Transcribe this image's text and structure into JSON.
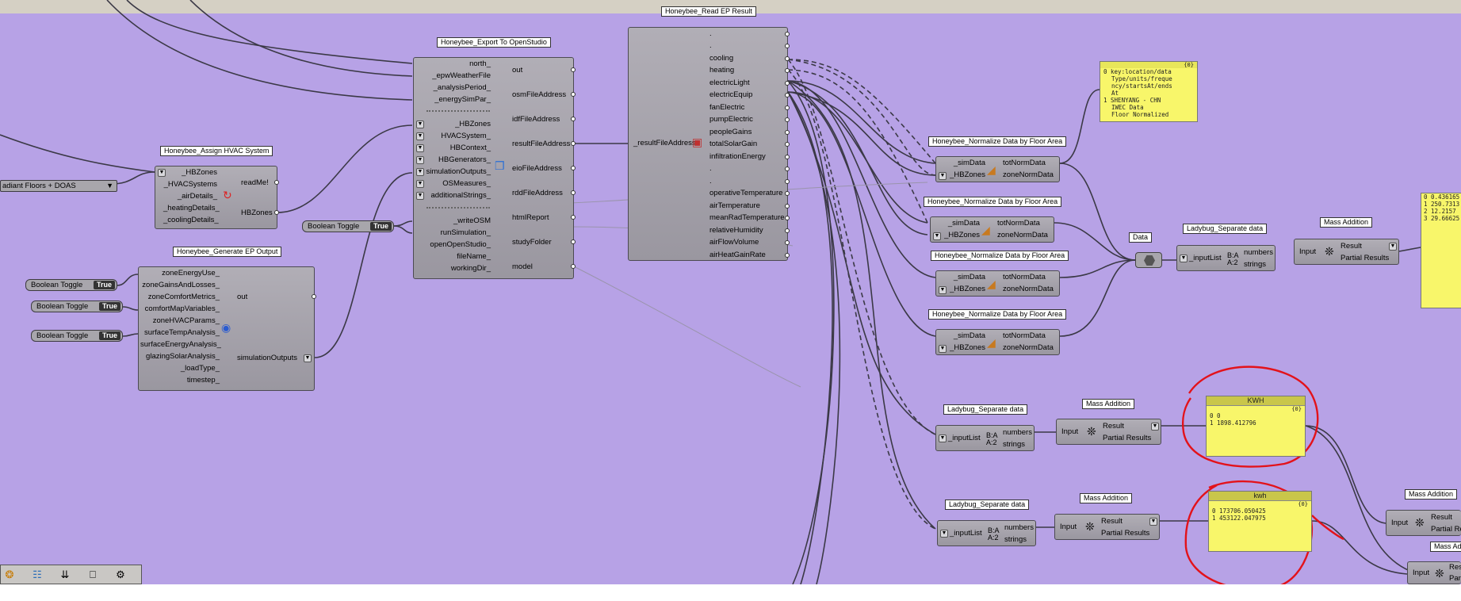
{
  "toggles": {
    "label": "Boolean Toggle",
    "value": "True"
  },
  "hvac_dropdown": "adiant Floors + DOAS",
  "assign_hvac": {
    "title": "Honeybee_Assign HVAC System",
    "inputs": [
      "_HBZones",
      "_HVACSystems",
      "_airDetails_",
      "_heatingDetails_",
      "_coolingDetails_"
    ],
    "outputs": [
      "readMe!",
      "HBZones"
    ]
  },
  "generate_ep": {
    "title": "Honeybee_Generate EP Output",
    "inputs": [
      "zoneEnergyUse_",
      "zoneGainsAndLosses_",
      "zoneComfortMetrics_",
      "comfortMapVariables_",
      "zoneHVACParams_",
      "surfaceTempAnalysis_",
      "surfaceEnergyAnalysis_",
      "glazingSolarAnalysis_",
      "_loadType_",
      "timestep_"
    ],
    "outputs": [
      "out",
      "simulationOutputs"
    ]
  },
  "export_os": {
    "title": "Honeybee_Export To OpenStudio",
    "inputs": [
      "north_",
      "_epwWeatherFile",
      "_analysisPeriod_",
      "_energySimPar_",
      "_HBZones",
      "HVACSystem_",
      "HBContext_",
      "HBGenerators_",
      "simulationOutputs_",
      "OSMeasures_",
      "additionalStrings_",
      "_writeOSM",
      "runSimulation_",
      "openOpenStudio_",
      "fileName_",
      "workingDir_"
    ],
    "outputs": [
      "out",
      "osmFileAddress",
      "idfFileAddress",
      "resultFileAddress",
      "eioFileAddress",
      "rddFileAddress",
      "htmlReport",
      "studyFolder",
      "model"
    ]
  },
  "read_ep": {
    "title": "Honeybee_Read EP Result",
    "input": "_resultFileAddress",
    "outputs": [
      ".",
      ".",
      "cooling",
      "heating",
      "electricLight",
      "electricEquip",
      "fanElectric",
      "pumpElectric",
      "peopleGains",
      "totalSolarGain",
      "infiltrationEnergy",
      ".",
      ".",
      "operativeTemperature",
      "airTemperature",
      "meanRadTemperature",
      "relativeHumidity",
      "airFlowVolume",
      "airHeatGainRate"
    ]
  },
  "normalize": {
    "title": "Honeybee_Normalize Data by Floor Area",
    "inputs": [
      "_simData",
      "_HBZones"
    ],
    "outputs": [
      "totNormData",
      "zoneNormData"
    ]
  },
  "separate": {
    "title": "Ladybug_Separate data",
    "input": "_inputList",
    "outputs": [
      "numbers",
      "strings"
    ]
  },
  "mass": {
    "title": "Mass Addition",
    "input": "Input",
    "outputs": [
      "Result",
      "Partial Results"
    ],
    "outputs_cut1": [
      "Result",
      "Partial Result"
    ],
    "outputs_cut2": [
      "Res",
      "Parti"
    ],
    "title_cut": "Mass Add"
  },
  "data_param": "Data",
  "panel_top": {
    "count": "{0}",
    "rows": [
      {
        "idx": "0",
        "text": "key:location/data"
      },
      {
        "idx": "",
        "text": "Type/units/freque"
      },
      {
        "idx": "",
        "text": "ncy/startsAt/ends"
      },
      {
        "idx": "",
        "text": "At"
      },
      {
        "idx": "1",
        "text": "SHENYANG - CHN"
      },
      {
        "idx": "",
        "text": "IWEC Data"
      },
      {
        "idx": "",
        "text": "Floor Normalized"
      }
    ]
  },
  "panel_right": {
    "rows": [
      {
        "idx": "0",
        "text": "0.436165"
      },
      {
        "idx": "1",
        "text": "250.7313"
      },
      {
        "idx": "2",
        "text": "12.2157"
      },
      {
        "idx": "3",
        "text": "29.66625"
      }
    ]
  },
  "panel_kwh1": {
    "title": "KWH",
    "count": "{0}",
    "rows": [
      {
        "idx": "0",
        "text": "0"
      },
      {
        "idx": "1",
        "text": "1898.412796"
      }
    ]
  },
  "panel_kwh2": {
    "title": "kwh",
    "count": "{0}",
    "rows": [
      {
        "idx": "0",
        "text": "173706.050425"
      },
      {
        "idx": "1",
        "text": "453122.047975"
      }
    ]
  },
  "toolbar": {
    "icons": [
      "ladybug-icon",
      "python-icon",
      "download-icon",
      "trash-icon",
      "settings-icon"
    ],
    "glyphs": [
      "❂",
      "☷",
      "⇊",
      "⎕",
      "⚙"
    ]
  },
  "colors": {
    "canvas": "#b7a2e6",
    "wire": "#3b3946",
    "panel": "#f8f66a",
    "annotation": "#e3121a"
  }
}
